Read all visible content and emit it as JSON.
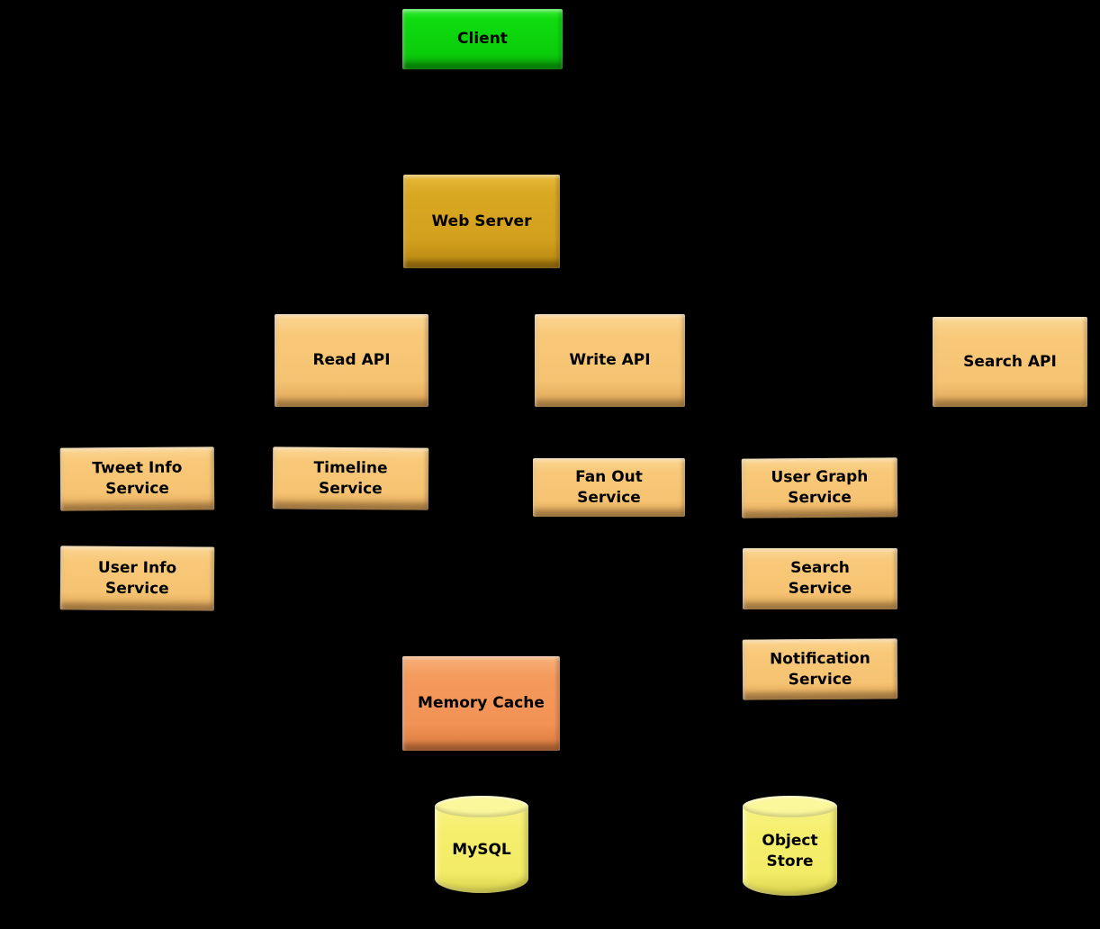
{
  "diagram": {
    "background_color": "#000000",
    "palette": {
      "client_green": "#0edb0e",
      "web_server_gold": "#d9a822",
      "service_tan": "#f8c979",
      "cache_orange": "#f49a5c",
      "database_yellow": "#f5ee6c",
      "text": "#000000"
    },
    "nodes": {
      "client": {
        "label": "Client",
        "color": "#0edb0e",
        "shape": "box"
      },
      "web_server": {
        "label": "Web Server",
        "color": "#d9a822",
        "shape": "box"
      },
      "read_api": {
        "label": "Read API",
        "color": "#f8c979",
        "shape": "box"
      },
      "write_api": {
        "label": "Write API",
        "color": "#f8c979",
        "shape": "box"
      },
      "search_api": {
        "label": "Search API",
        "color": "#f8c979",
        "shape": "box"
      },
      "tweet_info_service": {
        "label": "Tweet Info\nService",
        "color": "#f8c979",
        "shape": "box"
      },
      "timeline_service": {
        "label": "Timeline\nService",
        "color": "#f8c979",
        "shape": "box"
      },
      "fan_out_service": {
        "label": "Fan Out\nService",
        "color": "#f8c979",
        "shape": "box"
      },
      "user_graph_service": {
        "label": "User Graph\nService",
        "color": "#f8c979",
        "shape": "box"
      },
      "user_info_service": {
        "label": "User Info\nService",
        "color": "#f8c979",
        "shape": "box"
      },
      "search_service": {
        "label": "Search\nService",
        "color": "#f8c979",
        "shape": "box"
      },
      "notification_service": {
        "label": "Notification\nService",
        "color": "#f8c979",
        "shape": "box"
      },
      "memory_cache": {
        "label": "Memory Cache",
        "color": "#f49a5c",
        "shape": "box"
      },
      "mysql": {
        "label": "MySQL",
        "color": "#f5ee6c",
        "shape": "cylinder"
      },
      "object_store": {
        "label": "Object\nStore",
        "color": "#f5ee6c",
        "shape": "cylinder"
      }
    }
  }
}
